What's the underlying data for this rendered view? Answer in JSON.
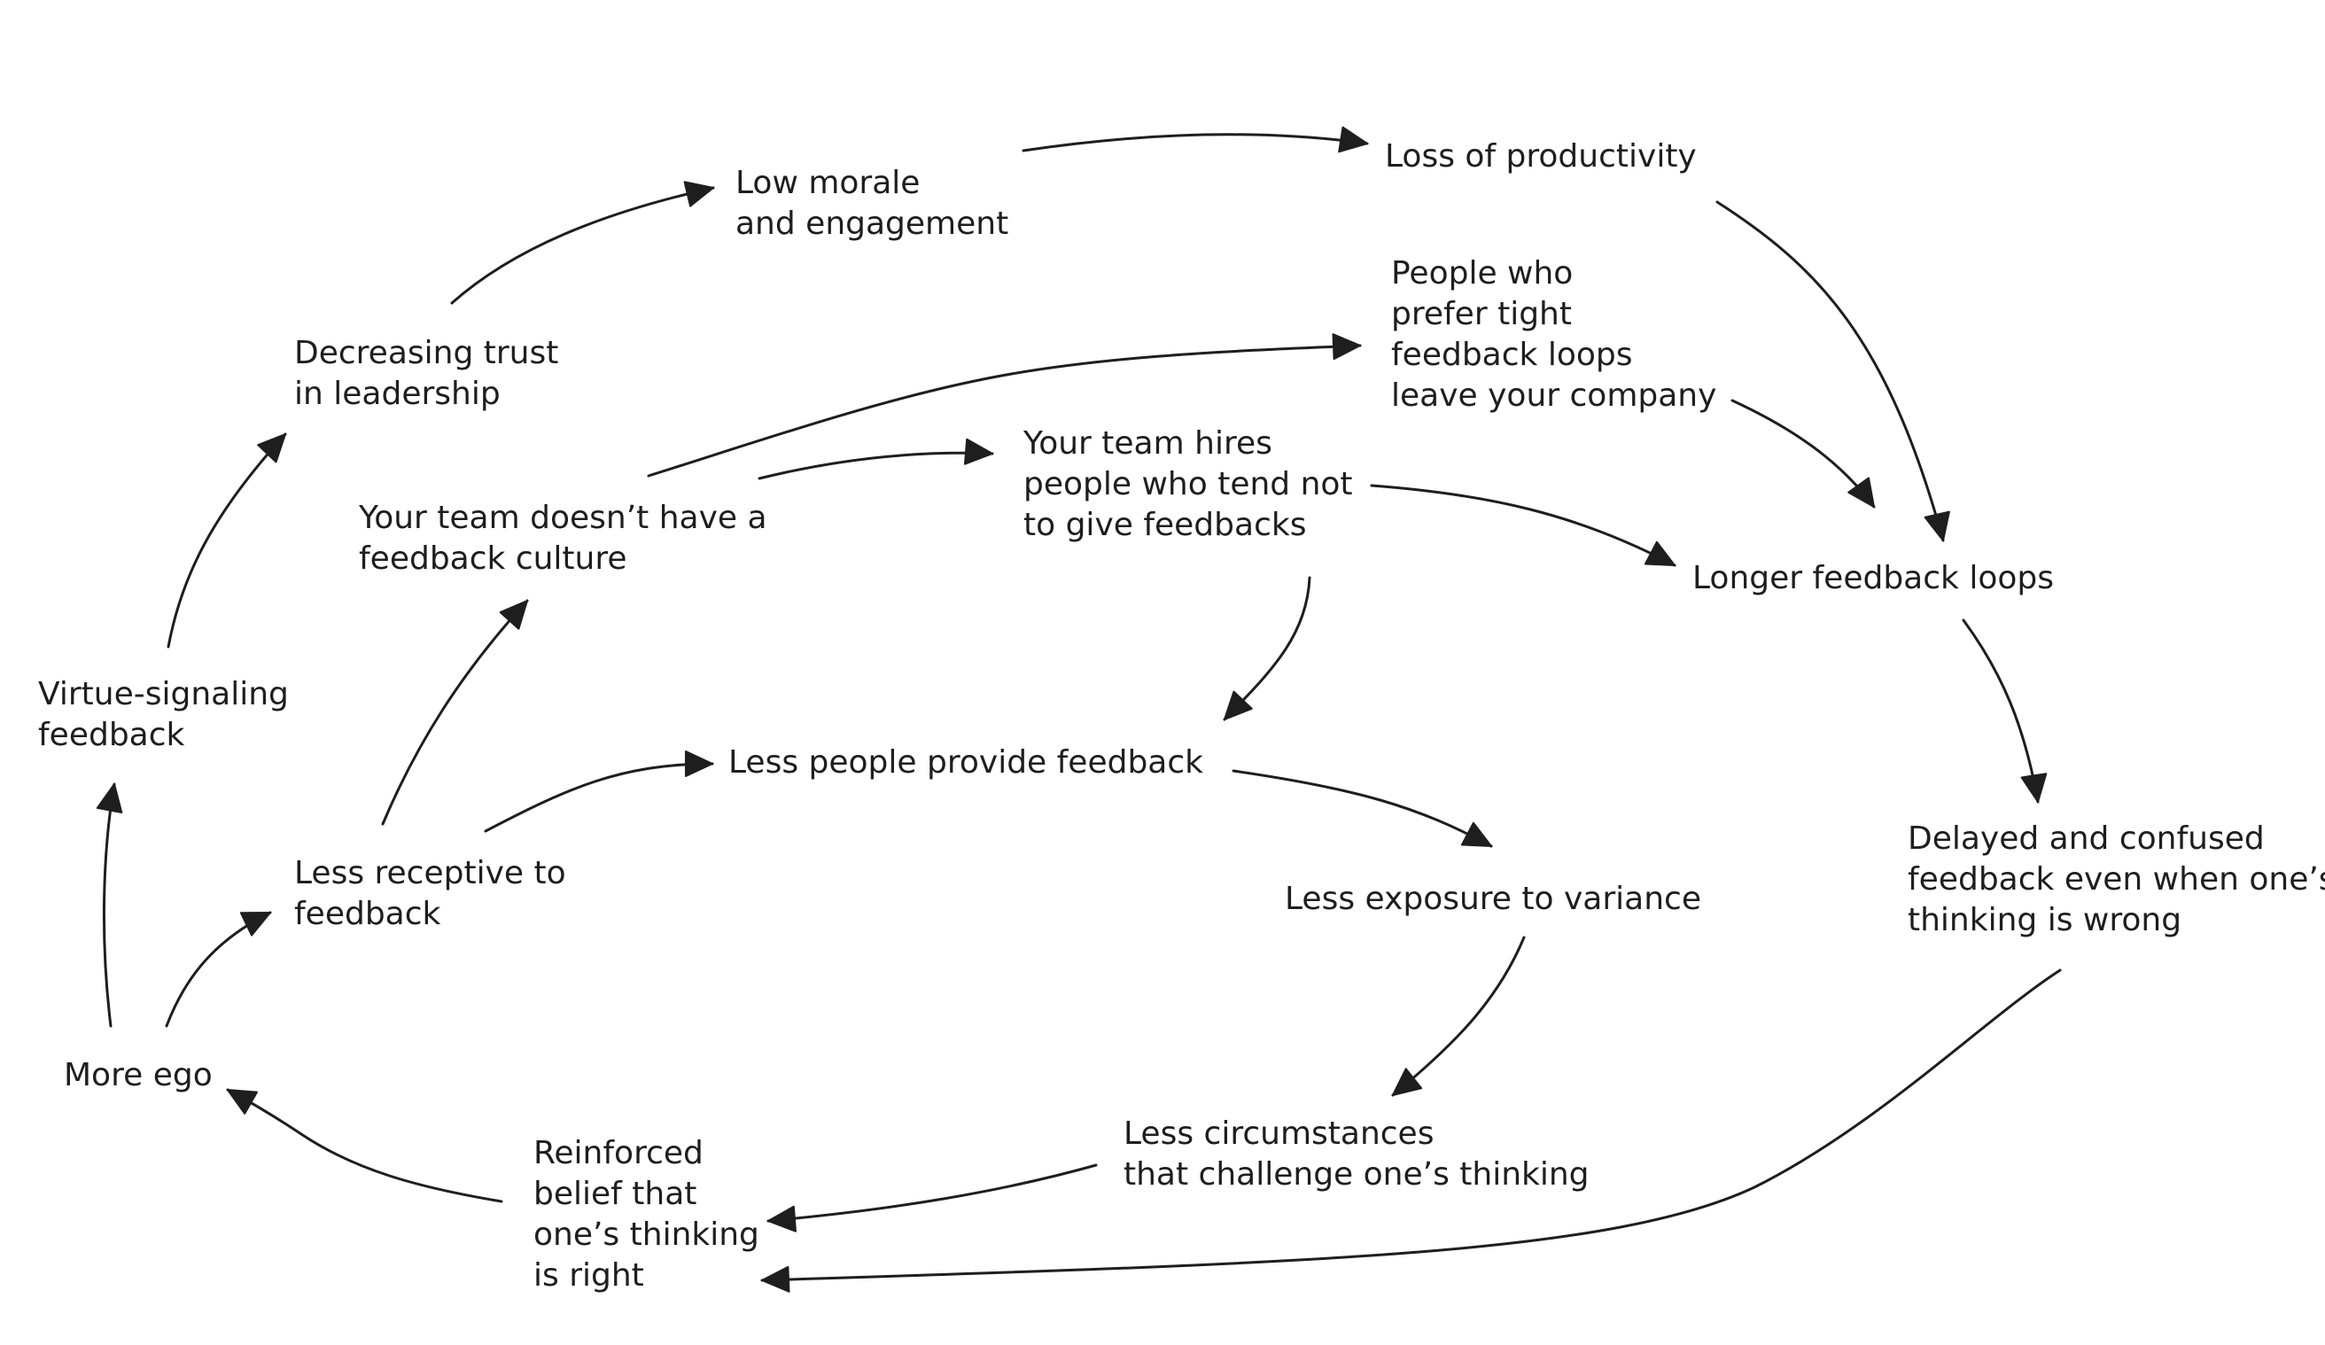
{
  "nodes": [
    {
      "id": "low_morale",
      "lines": [
        "Low morale",
        "and engagement"
      ]
    },
    {
      "id": "loss_productivity",
      "lines": [
        "Loss of productivity"
      ]
    },
    {
      "id": "people_leave",
      "lines": [
        "People who",
        "prefer tight",
        "feedback loops",
        "leave your company"
      ]
    },
    {
      "id": "decreasing_trust",
      "lines": [
        "Decreasing trust",
        "in leadership"
      ]
    },
    {
      "id": "team_hires",
      "lines": [
        "Your team hires",
        "people who tend not",
        "to give feedbacks"
      ]
    },
    {
      "id": "no_culture",
      "lines": [
        "Your team doesn’t have a",
        " feedback culture"
      ]
    },
    {
      "id": "longer_loops",
      "lines": [
        "Longer feedback loops"
      ]
    },
    {
      "id": "virtue_signaling",
      "lines": [
        "Virtue-signaling",
        "feedback"
      ]
    },
    {
      "id": "less_people",
      "lines": [
        "Less people provide feedback"
      ]
    },
    {
      "id": "delayed_confused",
      "lines": [
        "Delayed and confused",
        "feedback even when one’s",
        "thinking is wrong"
      ]
    },
    {
      "id": "less_receptive",
      "lines": [
        "Less receptive to",
        "feedback"
      ]
    },
    {
      "id": "less_exposure",
      "lines": [
        "Less exposure to variance"
      ]
    },
    {
      "id": "more_ego",
      "lines": [
        "More ego"
      ]
    },
    {
      "id": "less_circumstances",
      "lines": [
        "Less circumstances",
        "that challenge one’s thinking"
      ]
    },
    {
      "id": "reinforced_belief",
      "lines": [
        "Reinforced",
        "belief that",
        "one’s thinking",
        "is right"
      ]
    }
  ],
  "edges": [
    {
      "from": "more_ego",
      "to": "virtue_signaling"
    },
    {
      "from": "more_ego",
      "to": "less_receptive"
    },
    {
      "from": "virtue_signaling",
      "to": "decreasing_trust"
    },
    {
      "from": "decreasing_trust",
      "to": "low_morale"
    },
    {
      "from": "low_morale",
      "to": "loss_productivity"
    },
    {
      "from": "loss_productivity",
      "to": "longer_loops"
    },
    {
      "from": "no_culture",
      "to": "people_leave"
    },
    {
      "from": "no_culture",
      "to": "team_hires"
    },
    {
      "from": "people_leave",
      "to": "longer_loops"
    },
    {
      "from": "team_hires",
      "to": "longer_loops"
    },
    {
      "from": "team_hires",
      "to": "less_people"
    },
    {
      "from": "less_receptive",
      "to": "no_culture"
    },
    {
      "from": "less_receptive",
      "to": "less_people"
    },
    {
      "from": "less_people",
      "to": "less_exposure"
    },
    {
      "from": "longer_loops",
      "to": "delayed_confused"
    },
    {
      "from": "less_exposure",
      "to": "less_circumstances"
    },
    {
      "from": "less_circumstances",
      "to": "reinforced_belief"
    },
    {
      "from": "delayed_confused",
      "to": "reinforced_belief"
    },
    {
      "from": "reinforced_belief",
      "to": "more_ego"
    }
  ]
}
